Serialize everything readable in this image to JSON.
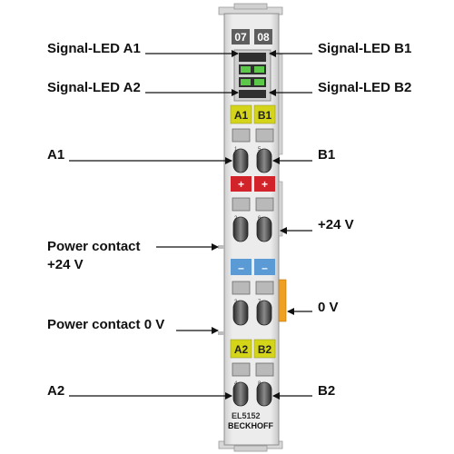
{
  "terminal": {
    "led_numbers": [
      "07",
      "08"
    ],
    "labels": {
      "a1": "A1",
      "b1": "B1",
      "plus_left": "+",
      "plus_right": "+",
      "minus_left": "–",
      "minus_right": "–",
      "a2": "A2",
      "b2": "B2"
    },
    "clamp_numbers": [
      "1",
      "5",
      "2",
      "6",
      "3",
      "7",
      "4",
      "8"
    ],
    "model": "EL5152",
    "brand": "BECKHOFF"
  },
  "callouts": {
    "signal_led_a1": "Signal-LED A1",
    "signal_led_a2": "Signal-LED A2",
    "signal_led_b1": "Signal-LED B1",
    "signal_led_b2": "Signal-LED B2",
    "a1": "A1",
    "b1": "B1",
    "power_contact_24v_line1": "Power contact",
    "power_contact_24v_line2": "+24 V",
    "plus_24v": "+24 V",
    "zero_v": "0 V",
    "power_contact_0v": "Power contact 0 V",
    "a2": "A2",
    "b2": "B2"
  },
  "colors": {
    "label_yellow": "#d4d419",
    "plus_red": "#d2232a",
    "minus_blue": "#5b9bd5",
    "contact_orange": "#f0a020",
    "led_green": "#5cc84a",
    "housing": "#e6e6e6"
  }
}
